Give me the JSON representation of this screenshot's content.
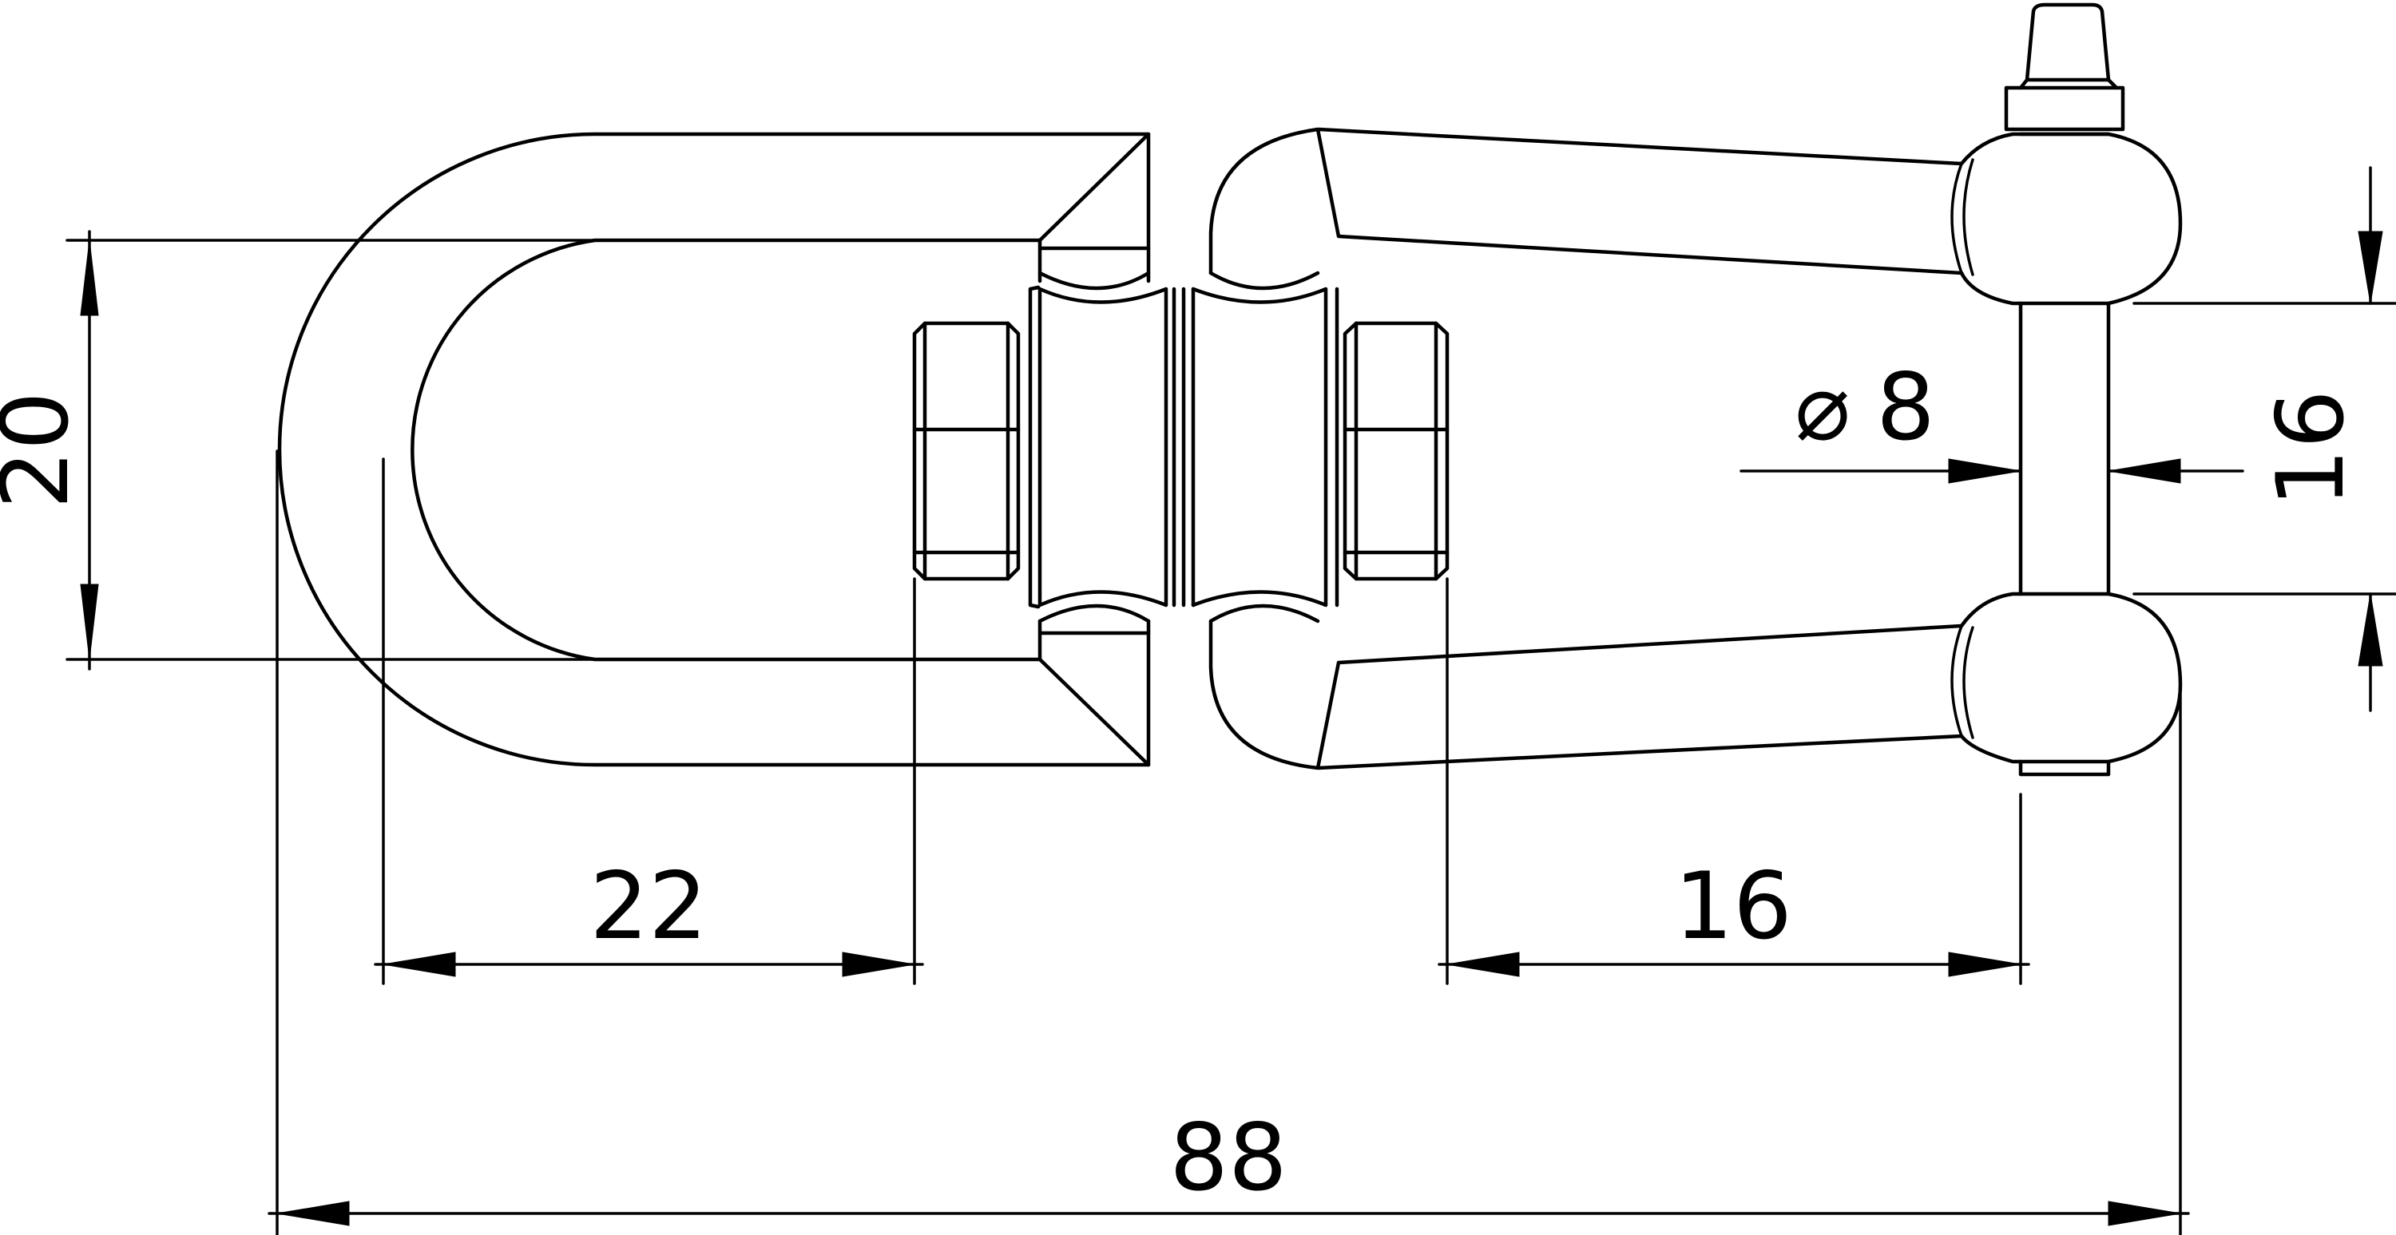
{
  "drawing": {
    "subject": "swivel shackle",
    "colors": {
      "line": "#000000",
      "background": "#ffffff"
    }
  },
  "dimensions": {
    "eye_inner_height": "20",
    "eye_depth": "22",
    "shackle_inner_length": "16",
    "shackle_jaw_gap": "16",
    "overall_length": "88",
    "pin_diameter_symbol": "⌀",
    "pin_diameter": "8"
  }
}
